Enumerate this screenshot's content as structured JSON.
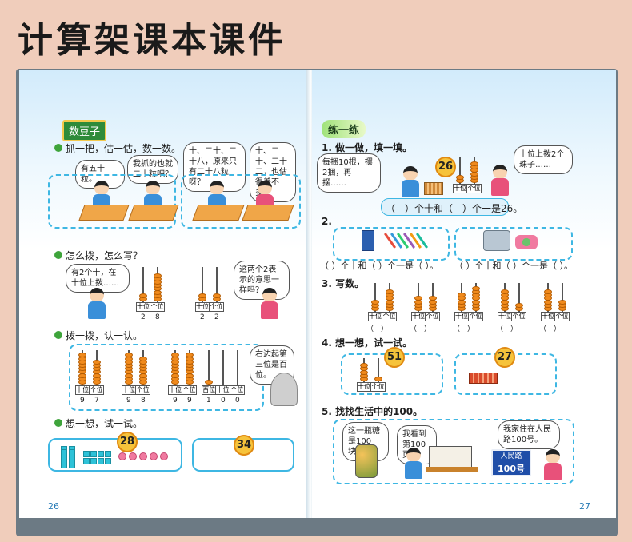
{
  "banner": {
    "title": "计算架课本课件"
  },
  "left_page": {
    "page_number": "26",
    "tag": "数豆子",
    "q1": "抓一把，估一估，数一数。",
    "q1_bubbles": [
      "有五十粒。",
      "我抓的也就二十粒吧？",
      "十、二十、二十八，原来只有二十八粒呀？",
      "十、二十、二十二，也估得差不多。"
    ],
    "q2": "怎么拨，怎么写？",
    "q2_bubbles": [
      "有2个十，在十位上拨……",
      "这两个2表示的意思一样吗？"
    ],
    "q2_abaci": [
      {
        "labels": [
          "十位",
          "个位"
        ],
        "digits": [
          "2",
          "8"
        ],
        "beads": [
          2,
          8
        ]
      },
      {
        "labels": [
          "十位",
          "个位"
        ],
        "digits": [
          "2",
          "2"
        ],
        "beads": [
          2,
          2
        ]
      }
    ],
    "q3": "拨一拨，认一认。",
    "q3_bubble": "右边起第三位是百位。",
    "q3_abaci": [
      {
        "labels": [
          "十位",
          "个位"
        ],
        "digits": [
          "9",
          "7"
        ],
        "beads": [
          9,
          7
        ]
      },
      {
        "labels": [
          "十位",
          "个位"
        ],
        "digits": [
          "9",
          "8"
        ],
        "beads": [
          9,
          8
        ]
      },
      {
        "labels": [
          "十位",
          "个位"
        ],
        "digits": [
          "9",
          "9"
        ],
        "beads": [
          9,
          9
        ]
      },
      {
        "labels": [
          "百位",
          "十位",
          "个位"
        ],
        "digits": [
          "1",
          "0",
          "0"
        ],
        "beads": [
          1,
          0,
          0
        ]
      }
    ],
    "q4": "想一想，试一试。",
    "q4_badges": [
      "28",
      "34"
    ]
  },
  "right_page": {
    "page_number": "27",
    "tag": "练一练",
    "e1": "1. 做一做，填一填。",
    "e1_bubbles": [
      "每捆10根，摆2捆，再摆……",
      "十位上拨2个珠子……"
    ],
    "e1_badge": "26",
    "e1_abacus": {
      "labels": [
        "十位",
        "个位"
      ],
      "beads": [
        2,
        6
      ]
    },
    "e1_answer": "（　）个十和（　）个一是26。",
    "e2": "2.",
    "e2_answers": [
      "（ ）个十和（ ）个一是（ ）。",
      "（ ）个十和（ ）个一是（ ）。"
    ],
    "e3": "3. 写数。",
    "e3_abaci": [
      {
        "labels": [
          "十位",
          "个位"
        ],
        "beads": [
          3,
          6
        ]
      },
      {
        "labels": [
          "十位",
          "个位"
        ],
        "beads": [
          4,
          4
        ]
      },
      {
        "labels": [
          "十位",
          "个位"
        ],
        "beads": [
          5,
          7
        ]
      },
      {
        "labels": [
          "十位",
          "个位"
        ],
        "beads": [
          6,
          2
        ]
      },
      {
        "labels": [
          "十位",
          "个位"
        ],
        "beads": [
          6,
          3
        ]
      }
    ],
    "e3_blanks": [
      "（　）",
      "（　）",
      "（　）",
      "（　）",
      "（　）"
    ],
    "e4": "4. 想一想，试一试。",
    "e4_badges": [
      "51",
      "27"
    ],
    "e4_abacus": {
      "labels": [
        "十位",
        "个位"
      ],
      "beads": [
        5,
        1
      ]
    },
    "e5": "5. 找找生活中的100。",
    "e5_bubbles": [
      "这一瓶糖是100块。",
      "我看到第100页。",
      "我家住在人民路100号。"
    ],
    "e5_sign": [
      "人民路",
      "100号"
    ]
  },
  "colors": {
    "accent_blue": "#3eb7e3",
    "bead_orange": "#f08a1c",
    "tag_green": "#2e8b3a",
    "badge_yellow": "#f6c33b"
  }
}
